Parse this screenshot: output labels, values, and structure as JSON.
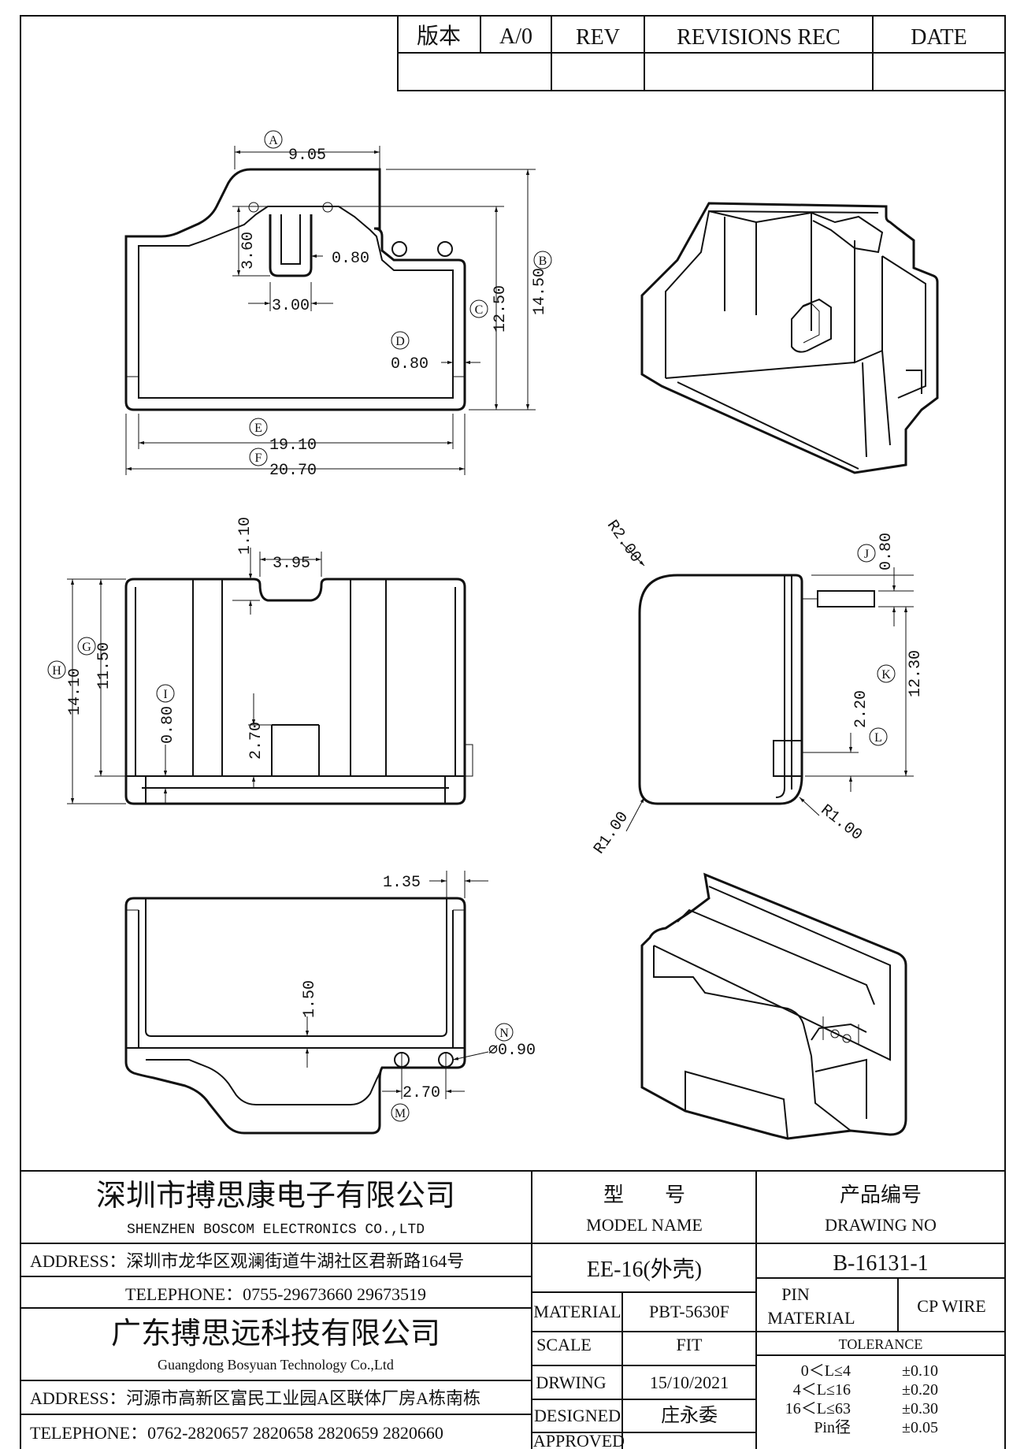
{
  "revision_block": {
    "version_label": "版本",
    "version_value": "A/0",
    "rev_header": "REV",
    "revisions_header": "REVISIONS REC",
    "date_header": "DATE"
  },
  "dimensions": {
    "A": {
      "letter": "A",
      "value": "9.05"
    },
    "B": {
      "letter": "B",
      "value": "14.50"
    },
    "C": {
      "letter": "C",
      "value": "12.50"
    },
    "D": {
      "letter": "D",
      "value": "0.80"
    },
    "E": {
      "letter": "E",
      "value": "19.10"
    },
    "F": {
      "letter": "F",
      "value": "20.70"
    },
    "G": {
      "letter": "G",
      "value": "11.50"
    },
    "H": {
      "letter": "H",
      "value": "14.10"
    },
    "I": {
      "letter": "I",
      "value": "0.80"
    },
    "J": {
      "letter": "J",
      "value": "0.80"
    },
    "K": {
      "letter": "K",
      "value": "12.30"
    },
    "L": {
      "letter": "L",
      "value": "2.20"
    },
    "M": {
      "letter": "M",
      "value": "2.70"
    },
    "N": {
      "letter": "N",
      "value": "⌀0.90"
    },
    "slot_height": "3.60",
    "slot_wall": "0.80",
    "slot_width": "3.00",
    "notch_depth": "1.10",
    "notch_width": "3.95",
    "tab_height": "2.70",
    "radius_top": "R2.00",
    "radius_bottom_left": "R1.00",
    "radius_bottom_right": "R1.00",
    "flange_width": "1.35",
    "wall_thickness": "1.50"
  },
  "title_block": {
    "company_1_cn": "深圳市搏思康电子有限公司",
    "company_1_en": "SHENZHEN BOSCOM ELECTRONICS CO.,LTD",
    "address_1": "ADDRESS：深圳市龙华区观澜街道牛湖社区君新路164号",
    "telephone_1": "TELEPHONE：0755-29673660 29673519",
    "company_2_cn": "广东搏思远科技有限公司",
    "company_2_en": "Guangdong Bosyuan Technology Co.,Ltd",
    "address_2": "ADDRESS：河源市高新区富民工业园A区联体厂房A栋南栋",
    "telephone_2": "TELEPHONE：0762-2820657 2820658 2820659 2820660",
    "model_label_cn": "型　　号",
    "model_label_en": "MODEL NAME",
    "model_value": "EE-16(外壳)",
    "drawing_no_label_cn": "产品编号",
    "drawing_no_label_en": "DRAWING NO",
    "drawing_no_value": "B-16131-1",
    "material_label": "MATERIAL",
    "material_value": "PBT-5630F",
    "pin_material_label_1": "PIN",
    "pin_material_label_2": "MATERIAL",
    "pin_material_value": "CP WIRE",
    "scale_label": "SCALE",
    "scale_value": "FIT",
    "drawing_label": "DRWING",
    "drawing_date": "15/10/2021",
    "designed_label": "DESIGNED",
    "designed_value": "庄永委",
    "approved_label": "APPROVED",
    "tolerance_label": "TOLERANCE",
    "tolerances": [
      {
        "range": "0＜L≤4",
        "value": "±0.10"
      },
      {
        "range": "4＜L≤16",
        "value": "±0.20"
      },
      {
        "range": "16＜L≤63",
        "value": "±0.30"
      },
      {
        "range": "Pin径",
        "value": "±0.05"
      }
    ]
  }
}
